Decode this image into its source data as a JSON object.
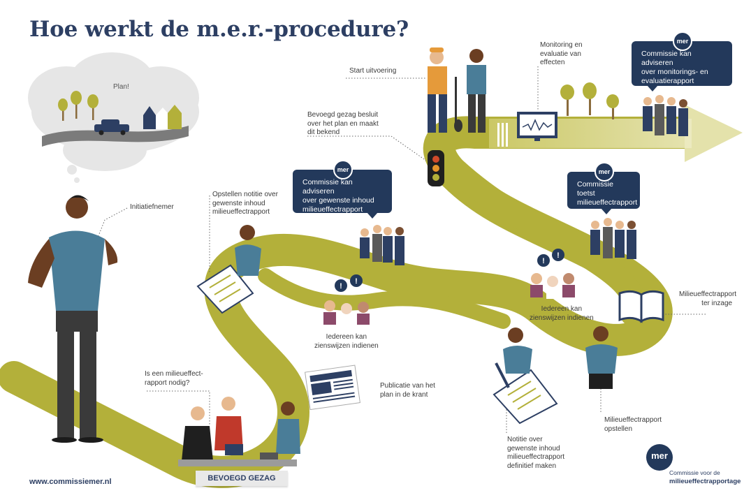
{
  "title": "Hoe werkt de m.e.r.-procedure?",
  "cloud_label": "Plan!",
  "labels": {
    "initiatiefnemer": "Initiatiefnemer",
    "opstellen_notitie": [
      "Opstellen notitie over",
      "gewenste inhoud",
      "milieueffectrapport"
    ],
    "is_mer_nodig": [
      "Is een milieueffect-",
      "rapport nodig?"
    ],
    "publicatie": [
      "Publicatie van het",
      "plan in de krant"
    ],
    "zienswijzen_1": [
      "Iedereen kan",
      "zienswijzen indienen"
    ],
    "zienswijzen_2": [
      "Iedereen kan",
      "zienswijzen indienen"
    ],
    "bevoegd_gezag_besluit": [
      "Bevoegd gezag besluit",
      "over het plan en maakt",
      "dit bekend"
    ],
    "start_uitvoering": "Start uitvoering",
    "monitoring": [
      "Monitoring en",
      "evaluatie van",
      "effecten"
    ],
    "mer_ter_inzage": [
      "Milieueffectrapport",
      "ter inzage"
    ],
    "mer_opstellen": [
      "Milieueffectrapport",
      "opstellen"
    ],
    "notitie_definitief": [
      "Notitie over",
      "gewenste inhoud",
      "milieueffectrapport",
      "definitief maken"
    ]
  },
  "bubbles": {
    "adviseren_inhoud": [
      "Commissie kan adviseren",
      "over gewenste inhoud",
      "milieueffectrapport"
    ],
    "toetst": [
      "Commissie toetst",
      "milieueffectrapport"
    ],
    "adviseren_monitoring": [
      "Commissie kan adviseren",
      "over monitorings- en",
      "evaluatierapport"
    ],
    "badge": "mer"
  },
  "bevoegd_gezag": "BEVOEGD GEZAG",
  "footer_url": "www.commissiemer.nl",
  "logo": {
    "mark": "mer",
    "line1": "Commissie voor de",
    "line2": "milieueffectrapportage"
  },
  "colors": {
    "road": "#b3b03a",
    "road_light": "#e3e0a6",
    "navy": "#23395b",
    "title": "#2d3f63"
  }
}
